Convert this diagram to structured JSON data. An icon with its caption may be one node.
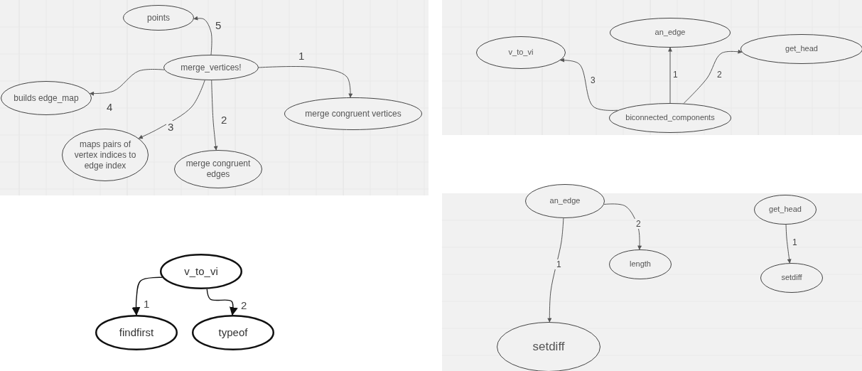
{
  "diagram": {
    "nodes": [
      {
        "text": [
          "merge_vertices!"
        ]
      },
      {
        "text": [
          "points"
        ]
      },
      {
        "text": [
          "builds edge_map"
        ]
      },
      {
        "text": [
          "merge congruent vertices"
        ]
      },
      {
        "text": [
          "maps pairs of vertex indices to edge index"
        ]
      },
      {
        "text": [
          "merge congruent edges"
        ]
      },
      {
        "text": [
          "an_edge"
        ]
      },
      {
        "text": [
          "v_to_vi"
        ]
      },
      {
        "text": [
          "get_head"
        ]
      },
      {
        "text": [
          "biconnected_components"
        ]
      },
      {
        "text": [
          "an_edge"
        ]
      },
      {
        "text": [
          "get_head"
        ]
      },
      {
        "text": [
          "length"
        ]
      },
      {
        "text": [
          "setdiff"
        ]
      },
      {
        "text": [
          "setdiff"
        ]
      },
      {
        "text": [
          "v_to_vi"
        ]
      },
      {
        "text": [
          "findfirst"
        ]
      },
      {
        "text": [
          "typeof"
        ]
      }
    ],
    "edges": [
      {
        "from": 0,
        "to": 3,
        "arrow": "to",
        "label": "1"
      },
      {
        "from": 0,
        "to": 5,
        "arrow": "to",
        "label": "2"
      },
      {
        "from": 0,
        "to": 4,
        "arrow": "to",
        "label": "3"
      },
      {
        "from": 0,
        "to": 2,
        "arrow": "to",
        "label": "4"
      },
      {
        "from": 0,
        "to": 1,
        "arrow": "to",
        "label": "5"
      },
      {
        "from": 9,
        "to": 6,
        "arrow": "to",
        "label": "1"
      },
      {
        "from": 9,
        "to": 8,
        "arrow": "to",
        "label": "2"
      },
      {
        "from": 9,
        "to": 7,
        "arrow": "to",
        "label": "3"
      },
      {
        "from": 10,
        "to": 14,
        "arrow": "to",
        "label": "1"
      },
      {
        "from": 10,
        "to": 12,
        "arrow": "to",
        "label": "2"
      },
      {
        "from": 11,
        "to": 13,
        "arrow": "to",
        "label": "1"
      },
      {
        "from": 15,
        "to": 16,
        "arrow": "to",
        "label": "1",
        "color": "#111111"
      },
      {
        "from": 15,
        "to": 17,
        "arrow": "to",
        "label": "2",
        "color": "#111111"
      }
    ]
  }
}
